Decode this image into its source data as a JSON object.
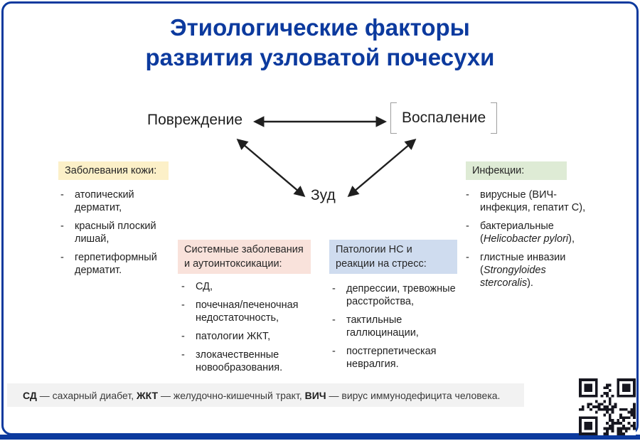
{
  "title": {
    "line1": "Этиологические факторы",
    "line2": "развития узловатой почесухи"
  },
  "diagram": {
    "damage_label": "Повреждение",
    "inflammation_label": "Воспаление",
    "itch_label": "Зуд"
  },
  "boxes": {
    "skin": {
      "header": "Заболевания кожи:",
      "header_bg": "#FCF0C8",
      "items": [
        "атопический\nдерматит,",
        "красный плоский\nлишай,",
        "герпетиформный\nдерматит."
      ]
    },
    "systemic": {
      "header": "Системные заболевания и аутоинтоксикации:",
      "header_bg": "#F9E2DB",
      "items": [
        "СД,",
        "почечная/печеночная\nнедостаточность,",
        "патологии ЖКТ,",
        "злокачественные\nновообразования."
      ]
    },
    "neuro": {
      "header": "Патологии НС и реакции на стресс:",
      "header_bg": "#CFDCEF",
      "items": [
        "депрессии, тревожные\nрасстройства,",
        "тактильные\nгаллюцинации,",
        "постгерпетическая\nневралгия."
      ]
    },
    "infections": {
      "header": "Инфекции:",
      "header_bg": "#DEEBD5",
      "items": [
        "вирусные (ВИЧ-\nинфекция, гепатит С),",
        "бактериальные\n(*Helicobacter pylori*),",
        "глистные инвазии\n(*Strongyloides\nstercoralis*)."
      ]
    }
  },
  "footer": {
    "abbreviations": "**СД** — сахарный диабет, **ЖКТ** — желудочно-кишечный тракт, **ВИЧ** — вирус иммунодефицита человека."
  },
  "colors": {
    "accent_blue": "#0C3A9E",
    "text_dark": "#1F1F1F",
    "bracket_gray": "#9E9E9E",
    "footer_bg": "#F2F2F2"
  }
}
